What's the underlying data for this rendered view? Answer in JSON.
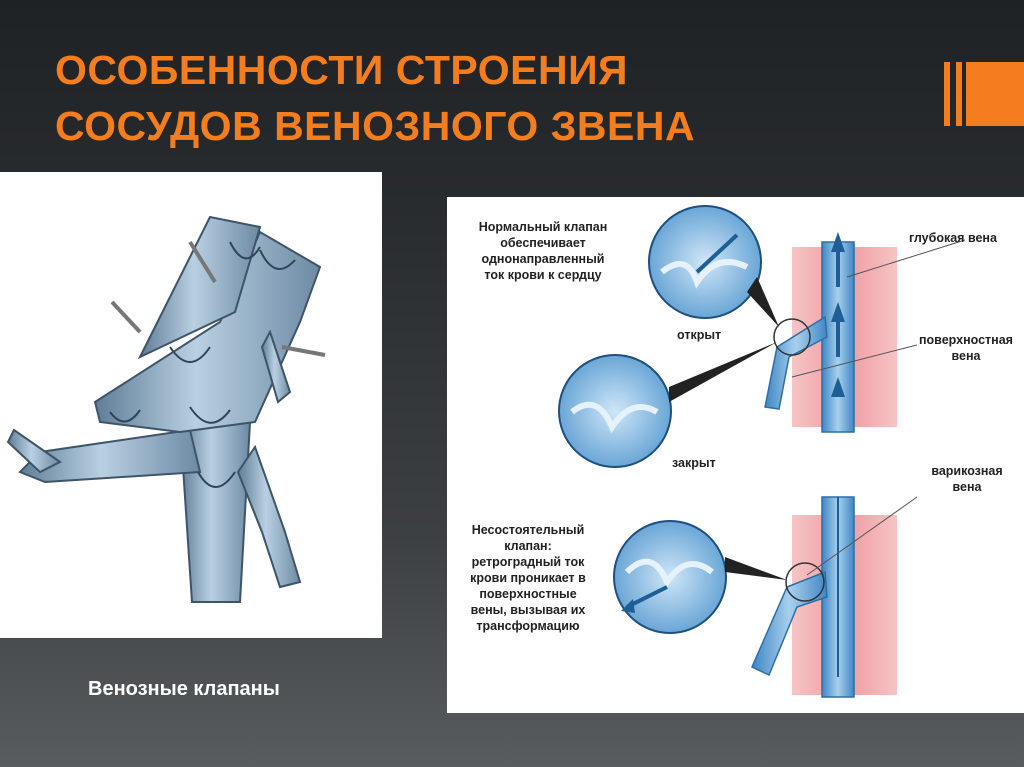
{
  "slide": {
    "title_line1": "ОСОБЕННОСТИ СТРОЕНИЯ",
    "title_line2": "СОСУДОВ ВЕНОЗНОГО ЗВЕНА",
    "left_caption": "Венозные клапаны"
  },
  "diagram": {
    "normal_valve_desc": [
      "Нормальный клапан",
      "обеспечивает",
      "однонаправленный",
      "ток крови к сердцу"
    ],
    "open_label": "открыт",
    "closed_label": "закрыт",
    "deep_vein_label": "глубокая вена",
    "superficial_vein_label": [
      "поверхностная",
      "вена"
    ],
    "varicose_vein_label": [
      "варикозная",
      "вена"
    ],
    "incompetent_valve_desc": [
      "Несостоятельный",
      "клапан:",
      "ретроградный ток",
      "крови проникает в",
      "поверхностные",
      "вены, вызывая их",
      "трансформацию"
    ]
  },
  "colors": {
    "accent": "#f47d1e",
    "vein": "#7fb3d8",
    "muscle": "#f2a6a8"
  }
}
